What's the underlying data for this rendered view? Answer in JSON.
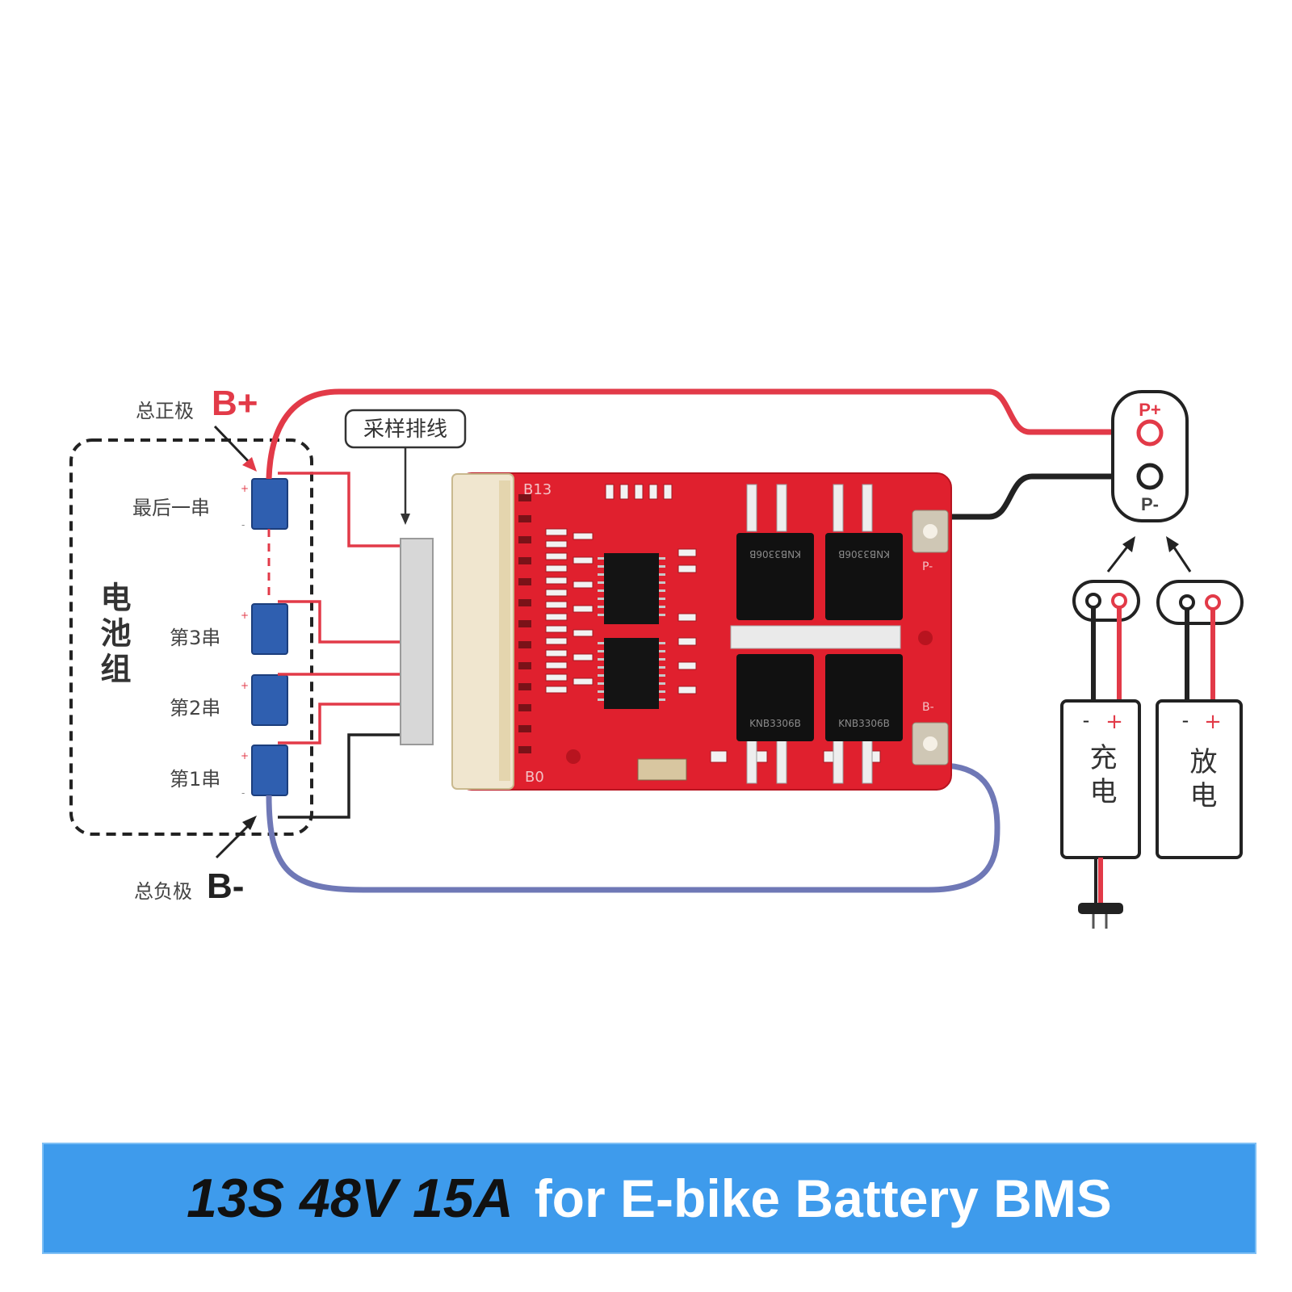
{
  "pack": {
    "label": "电池组",
    "cells": [
      "最后一串",
      "第3串",
      "第2串",
      "第1串"
    ]
  },
  "terminals": {
    "b_plus_caption": "总正极",
    "b_plus": "B+",
    "b_minus_caption": "总负极",
    "b_minus": "B-",
    "sampling_harness": "采样排线"
  },
  "board": {
    "label_top": "B13",
    "label_bottom": "B0",
    "label_p": "P-",
    "label_b": "B-",
    "mosfet_text": "KNB3306B"
  },
  "output_connector": {
    "p_plus": "P+",
    "p_minus": "P-"
  },
  "charger": {
    "label": "充电",
    "minus": "-",
    "plus": "+"
  },
  "load": {
    "label": "放电",
    "minus": "-",
    "plus": "+"
  },
  "banner": {
    "spec": "13S 48V 15A",
    "description": "for E-bike Battery BMS",
    "bg_color": "#3e9bec",
    "spec_color": "#111111",
    "desc_color": "#ffffff"
  },
  "colors": {
    "wire_red": "#e23a48",
    "wire_black": "#222222",
    "wire_blue": "#6f78b6",
    "cell_blue": "#2f5fb0",
    "pcb_red": "#e0202e"
  }
}
